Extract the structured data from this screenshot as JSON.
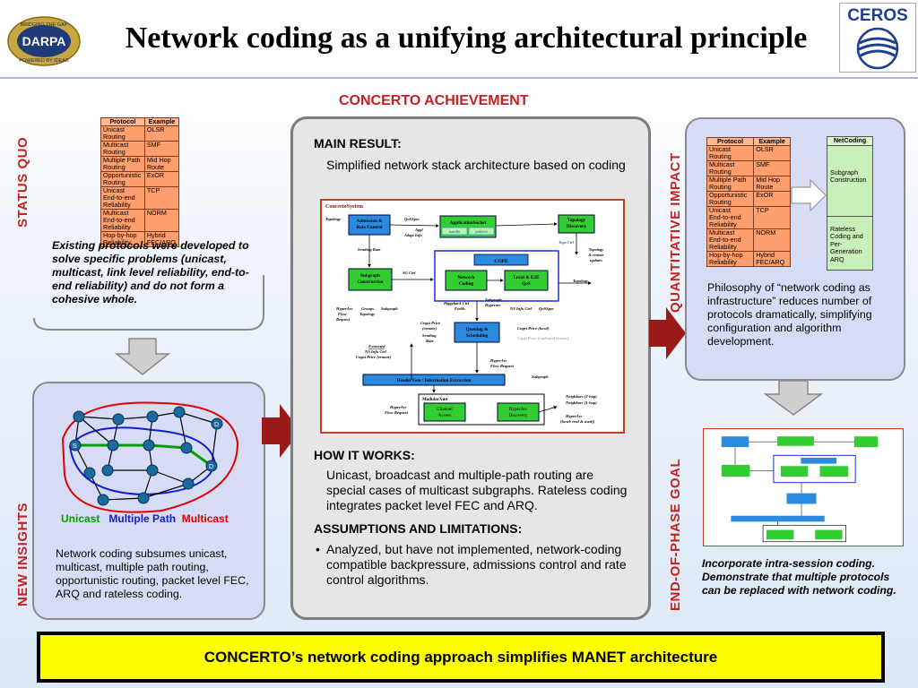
{
  "title": "Network coding as a unifying architectural principle",
  "logo_darpa": {
    "top_arc": "BRIDGING THE GAP",
    "main": "DARPA",
    "bottom_arc": "POWERED BY IDEAS"
  },
  "logo_ceros": "CEROS",
  "labels": {
    "status_quo": "STATUS QUO",
    "new_insights": "NEW INSIGHTS",
    "concerto_achievement": "CONCERTO ACHIEVEMENT",
    "quantitative_impact": "QUANTITATIVE IMPACT",
    "end_of_phase_goal": "END-OF-PHASE GOAL"
  },
  "protocol_table": {
    "headers": [
      "Protocol",
      "Example"
    ],
    "rows": [
      {
        "p": "Unicast\nRouting",
        "e": "OLSR"
      },
      {
        "p": "Multicast\nRouting",
        "e": "SMF"
      },
      {
        "p": "Multiple Path\nRouting",
        "e": "Mid Hop\nRoute"
      },
      {
        "p": "Opportunistic\nRouting",
        "e": "ExOR"
      },
      {
        "p": "Unicast\nEnd-to-end\nReliability",
        "e": "TCP"
      },
      {
        "p": "Multicast\nEnd-to-end\nReliability",
        "e": "NORM"
      },
      {
        "p": "Hop-by-hop\nReliability",
        "e": "Hybrid\nFEC/ARQ"
      }
    ]
  },
  "status_quo_text": "Existing protocols were developed to solve specific problems (unicast, multicast, link level reliability, end-to-end reliability) and do not form a cohesive whole.",
  "insights": {
    "legend": [
      "Unicast",
      "Multiple Path",
      "Multicast"
    ],
    "legend_colors": [
      "#00a000",
      "#1020d0",
      "#e00000"
    ],
    "node_labels": {
      "d1": "D",
      "d2": "D",
      "s": "S"
    },
    "text": "Network coding subsumes unicast, multicast, multiple path routing, opportunistic routing, packet level FEC, ARQ and rateless coding."
  },
  "main": {
    "result_heading": "MAIN RESULT:",
    "result_text": "Simplified network stack architecture based on coding",
    "how_heading": "HOW IT WORKS:",
    "how_text": "Unicast, broadcast and multiple-path routing are special cases of multicast subgraphs. Rateless coding integrates packet level FEC and ARQ.",
    "assump_heading": "ASSUMPTIONS AND LIMITATIONS:",
    "assump_text": "Analyzed, but have not implemented, network-coding compatible backpressure, admissions control and rate control algorithms."
  },
  "arch": {
    "system": "ConcertoSystem",
    "admission": "Admission &\nRate Control",
    "app_socket": "ApplicationSocket",
    "handle": "handle",
    "publish": "publish",
    "topology_discovery": "Topology\nDiscovery",
    "subgraph_construction": "Subgraph\nConstruction",
    "cope": "COPE",
    "network_coding": "Network\nCoding",
    "local_e2e": "Local & E2E\nQoS",
    "queuing": "Queuing &\nScheduling",
    "header_gen": "Header Gen / Information Extraction",
    "modular_xmit": "ModularXmt",
    "channel_access": "Channel\nAccess",
    "hyperarc_discovery": "HyperArc\nDiscovery",
    "labels": {
      "topology1": "Topology",
      "qosspec": "QoSSpec",
      "appl_adapt": "Appl\nAdapt Info",
      "topo_ctrl": "Topo Ctrl",
      "topo_updates": "Topology\n& remote\nupdates",
      "sending_rate": "Sending Rate",
      "sg_ctrl": "SG Ctrl",
      "topology2": "Topology",
      "hyperarc_flow": "HyperArc\nFlow\nRequest",
      "groups_topology": "Groups\nTopology",
      "subgraph1": "Subgraph",
      "piggyback": "Piggyback Ctrl\nFields",
      "subgraph_hyperarc": "Subgraph\nHyperarc",
      "ns_info": "NS Info Ctrl",
      "qosspec2": "QoSSpec",
      "cngst_remote": "Cngst Price\n(remote)",
      "sending_rate2": "Sending\nRate",
      "cngst_local": "Cngst Price  (local)",
      "cngst_outbound": "Cngst Price (outbound remote)",
      "extracted": "Extracted\nNS Info Ctrl\nCngst Price (remote)",
      "hyperarc_flow2": "HyperArc\nFlow Request",
      "subgraph2": "Subgraph",
      "neighbors": "Neighbors (2-hop)\nNeighbors (1-hop)",
      "hyperarc_flow3": "HyperArc\nFlow Request",
      "hyperarc_local": "HyperArc\n(local: real & used))"
    }
  },
  "impact": {
    "netcoding_header": "NetCoding",
    "netcoding_cells": [
      "Subgraph\nConstruction",
      "Rateless\nCoding and\nPer-\nGeneration\nARQ"
    ],
    "text": "Philosophy of “network coding as infrastructure” reduces number of protocols dramatically, simplifying configuration and algorithm development."
  },
  "goal_text": "Incorporate intra-session coding. Demonstrate that multiple protocols can be replaced with network coding.",
  "conclusion": "CONCERTO’s network coding approach simplifies MANET architecture",
  "colors": {
    "label_red": "#c22222",
    "arrow_dark_red": "#9a1a1a",
    "protocol_orange": "#ff9f6e",
    "netcoding_green": "#c9f0b8",
    "module_green": "#33cc33",
    "module_blue": "#2a8ae0",
    "banner_yellow": "#ffff00"
  }
}
